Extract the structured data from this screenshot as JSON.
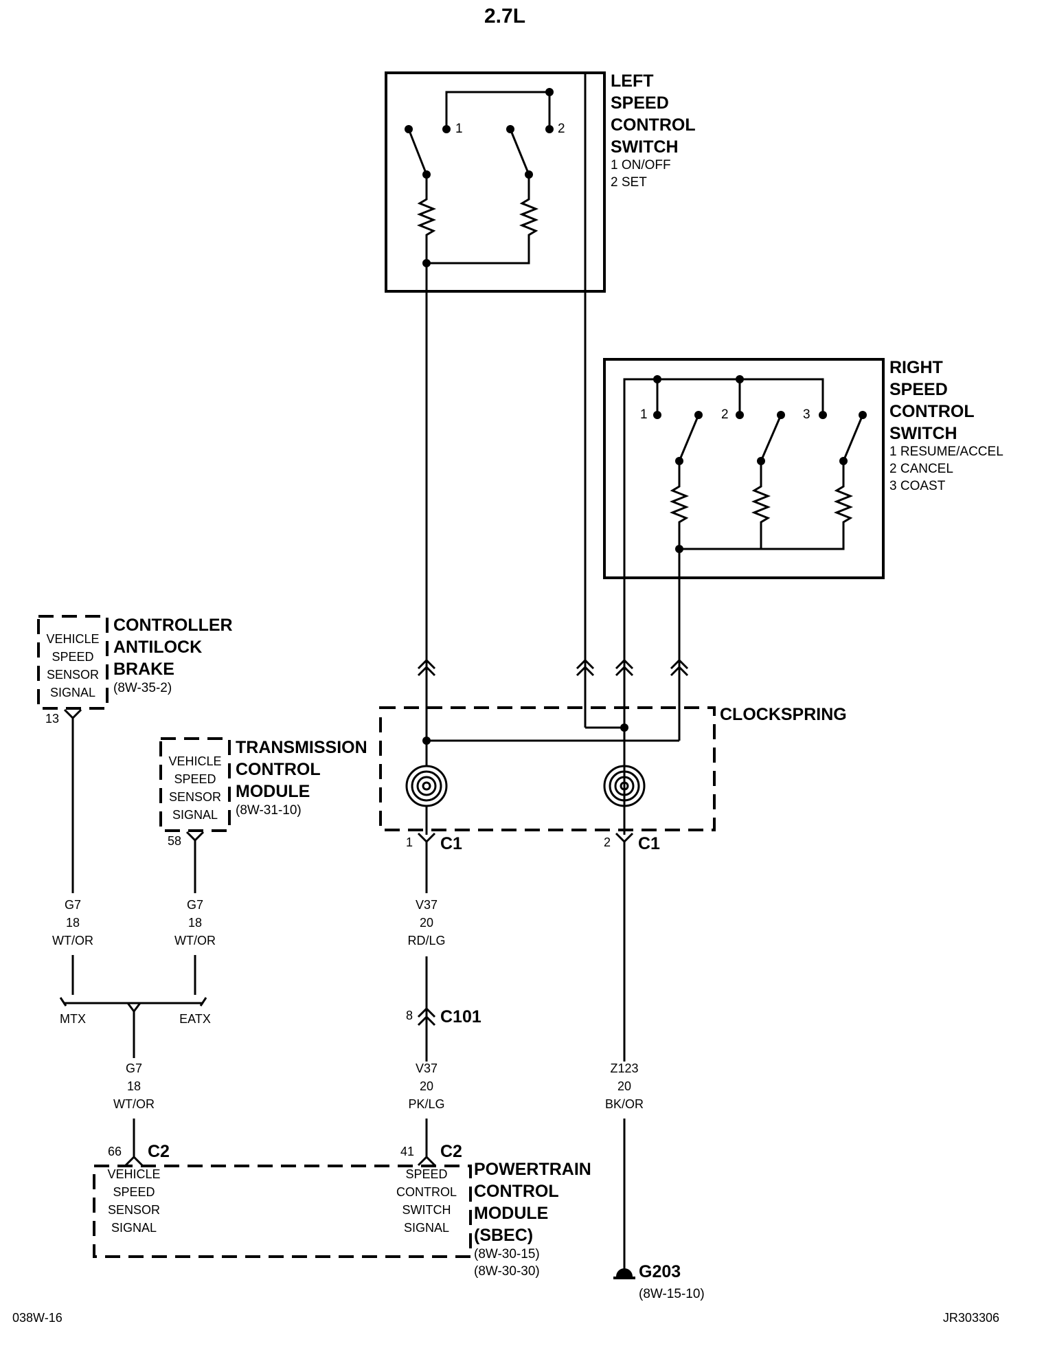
{
  "title": "2.7L",
  "footer": {
    "left": "038W-16",
    "right": "JR303306"
  },
  "left_switch": {
    "name_lines": [
      "LEFT",
      "SPEED",
      "CONTROL",
      "SWITCH"
    ],
    "legend": [
      "1 ON/OFF",
      "2 SET"
    ],
    "contacts": [
      "1",
      "2"
    ]
  },
  "right_switch": {
    "name_lines": [
      "RIGHT",
      "SPEED",
      "CONTROL",
      "SWITCH"
    ],
    "legend": [
      "1 RESUME/ACCEL",
      "2 CANCEL",
      "3 COAST"
    ],
    "contacts": [
      "1",
      "2",
      "3"
    ]
  },
  "clockspring": {
    "name": "CLOCKSPRING"
  },
  "connectors": {
    "c1_pin1": "1",
    "c1_pin2": "2",
    "c1": "C1",
    "c101_pin": "8",
    "c101": "C101",
    "c2_pin66": "66",
    "c2_pin41": "41",
    "c2": "C2",
    "abs_pin": "13",
    "tcm_pin": "58"
  },
  "abs": {
    "inner": [
      "VEHICLE",
      "SPEED",
      "SENSOR",
      "SIGNAL"
    ],
    "name_lines": [
      "CONTROLLER",
      "ANTILOCK",
      "BRAKE"
    ],
    "ref": "(8W-35-2)"
  },
  "tcm": {
    "inner": [
      "VEHICLE",
      "SPEED",
      "SENSOR",
      "SIGNAL"
    ],
    "name_lines": [
      "TRANSMISSION",
      "CONTROL",
      "MODULE"
    ],
    "ref": "(8W-31-10)"
  },
  "pcm": {
    "left_inner": [
      "VEHICLE",
      "SPEED",
      "SENSOR",
      "SIGNAL"
    ],
    "right_inner": [
      "SPEED",
      "CONTROL",
      "SWITCH",
      "SIGNAL"
    ],
    "name_lines": [
      "POWERTRAIN",
      "CONTROL",
      "MODULE",
      "(SBEC)"
    ],
    "refs": [
      "(8W-30-15)",
      "(8W-30-30)"
    ]
  },
  "wires": {
    "g7_abs": [
      "G7",
      "18",
      "WT/OR"
    ],
    "g7_tcm": [
      "G7",
      "18",
      "WT/OR"
    ],
    "g7_pcm": [
      "G7",
      "18",
      "WT/OR"
    ],
    "v37_upper": [
      "V37",
      "20",
      "RD/LG"
    ],
    "v37_lower": [
      "V37",
      "20",
      "PK/LG"
    ],
    "z123": [
      "Z123",
      "20",
      "BK/OR"
    ]
  },
  "splice": {
    "left": "MTX",
    "right": "EATX"
  },
  "ground": {
    "name": "G203",
    "ref": "(8W-15-10)"
  }
}
